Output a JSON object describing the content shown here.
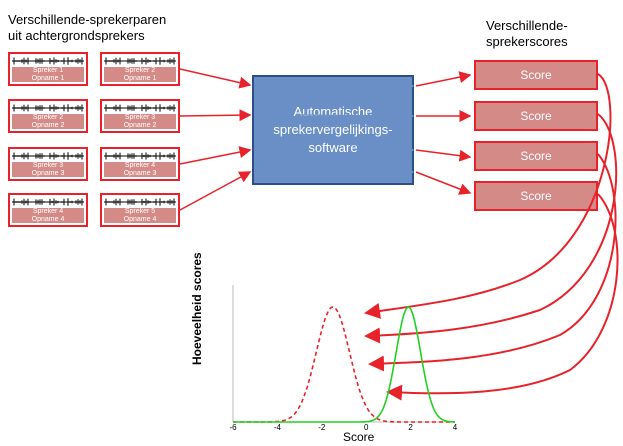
{
  "pairs_title": [
    "Verschillende-sprekerparen",
    "uit achtergrondsprekers"
  ],
  "scores_title": [
    "Verschillende-",
    "sprekerscores"
  ],
  "pairs": [
    {
      "left": [
        "Spreker 1",
        "Opname 1"
      ],
      "right": [
        "Spreker 2",
        "Opname 1"
      ]
    },
    {
      "left": [
        "Spreker 2",
        "Opname 2"
      ],
      "right": [
        "Spreker 3",
        "Opname 2"
      ]
    },
    {
      "left": [
        "Spreker 3",
        "Opname 3"
      ],
      "right": [
        "Spreker 4",
        "Opname 3"
      ]
    },
    {
      "left": [
        "Spreker 4",
        "Opname 4"
      ],
      "right": [
        "Spreker 5",
        "Opname 4"
      ]
    }
  ],
  "software_label": "Automatische sprekervergelijkings-software",
  "score_label": "Score",
  "score_count": 4,
  "chart_data": {
    "type": "line",
    "xlabel": "Score",
    "ylabel": "Hoeveelheid scores",
    "xlim": [
      -6,
      4
    ],
    "x_ticks": [
      "-6",
      "-4",
      "-2",
      "0",
      "2",
      "4"
    ],
    "series": [
      {
        "style": "dashed",
        "color": "#e8222a",
        "mean": -1.5,
        "sd": 0.75
      },
      {
        "style": "solid",
        "color": "#22d122",
        "mean": 1.9,
        "sd": 0.55
      }
    ],
    "grid": false
  },
  "colors": {
    "accent_red": "#e8222a",
    "box_fill": "#d48b87",
    "software_fill": "#6a8fc7",
    "green_curve": "#22d122"
  }
}
